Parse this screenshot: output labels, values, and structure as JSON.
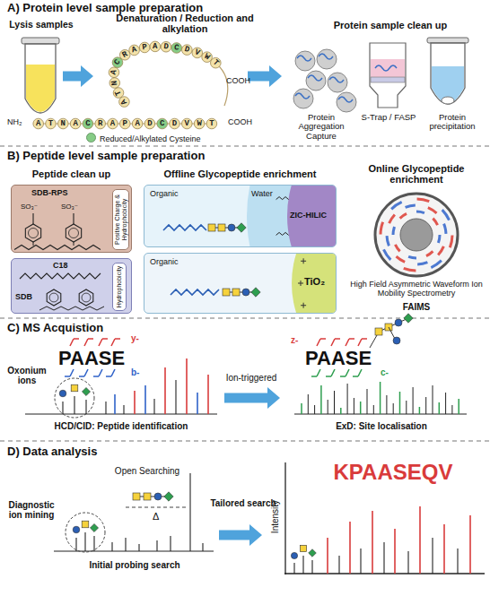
{
  "diagram": {
    "nodes": [
      {
        "text": [
          "SDB-RPS",
          "SO₃⁻",
          "SO₃⁻"
        ]
      },
      {
        "text": [
          "Positive Charge & Hydrophobicity"
        ],
        "in": 0
      },
      {
        "text": [
          "C18",
          "SDB"
        ]
      },
      {
        "text": [
          "Hydrophobicity"
        ],
        "in": 2
      },
      {
        "text": [
          "Organic",
          "Water",
          "ZIC-HILIC"
        ]
      },
      {
        "text": [
          "Organic",
          "TiO₂"
        ]
      }
    ],
    "labels": [
      "A) Protein level sample preparation",
      "Lysis samples",
      "Denaturation / Reduction and alkylation",
      "Protein sample clean up",
      "ATNACRAPADCDVWT",
      "COOH",
      "NH₂",
      "ATNACRAPADCDVWT",
      "COOH",
      "Protein Aggregation Capture",
      "S-Trap / FASP",
      "Protein precipitation",
      "B) Peptide level sample preparation",
      "Peptide clean up",
      "Offline Glycopeptide enrichment",
      "Online Glycopeptide enrichment",
      "High Field Asymmetric Waveform Ion Mobility Spectrometry",
      "FAIMS",
      "C) MS Acquistion",
      "y-",
      "PAASE",
      "b-",
      "Oxonium ions",
      "HCD/CID: Peptide identification",
      "Ion-triggered",
      "z-",
      "PAASE",
      "c-",
      "ExD: Site localisation",
      "D) Data analysis",
      "Diagnostic ion mining",
      "Open Searching",
      "Δ",
      "Initial probing search",
      "Tailored search",
      "KPAASEQV",
      "Intensity"
    ],
    "legend": [
      {
        "text": "Reduced/Alkylated Cysteine",
        "color": "#86cc86"
      }
    ]
  }
}
